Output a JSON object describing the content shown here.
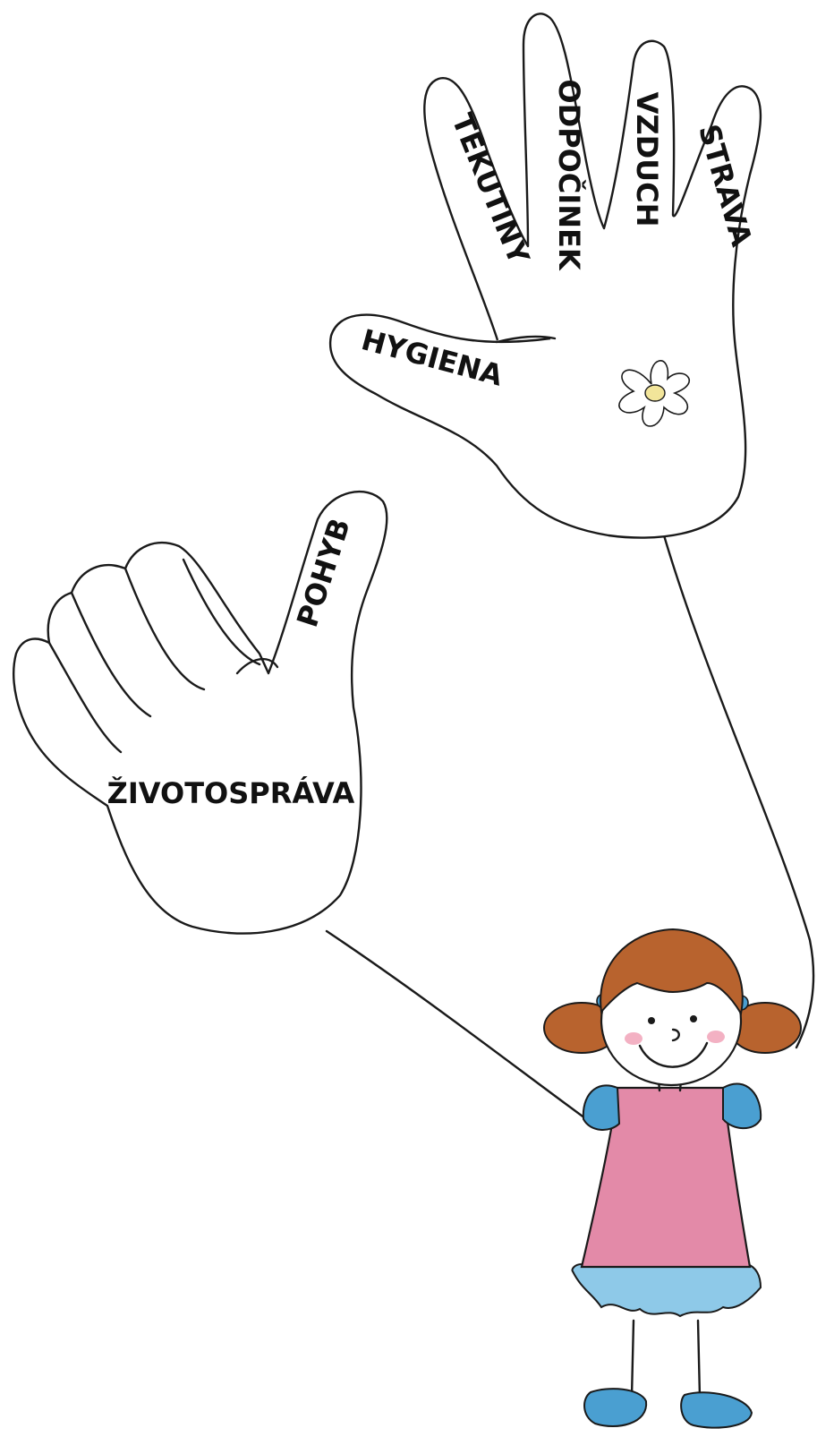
{
  "illustration": {
    "right_hand": {
      "fingers": [
        "TEKUTINY",
        "ODPOČINEK",
        "VZDUCH",
        "STRAVA"
      ],
      "thumb": "HYGIENA"
    },
    "left_hand": {
      "thumb": "POHYB",
      "palm": "ŽIVOTOSPRÁVA"
    },
    "colors": {
      "hair": "#b8632e",
      "dress": "#e38aa8",
      "sleeves_and_shoes": "#4a9fd1",
      "flower_center": "#f2e59a",
      "cheeks": "#f1a3b8",
      "ink": "#1a1a1a"
    }
  }
}
